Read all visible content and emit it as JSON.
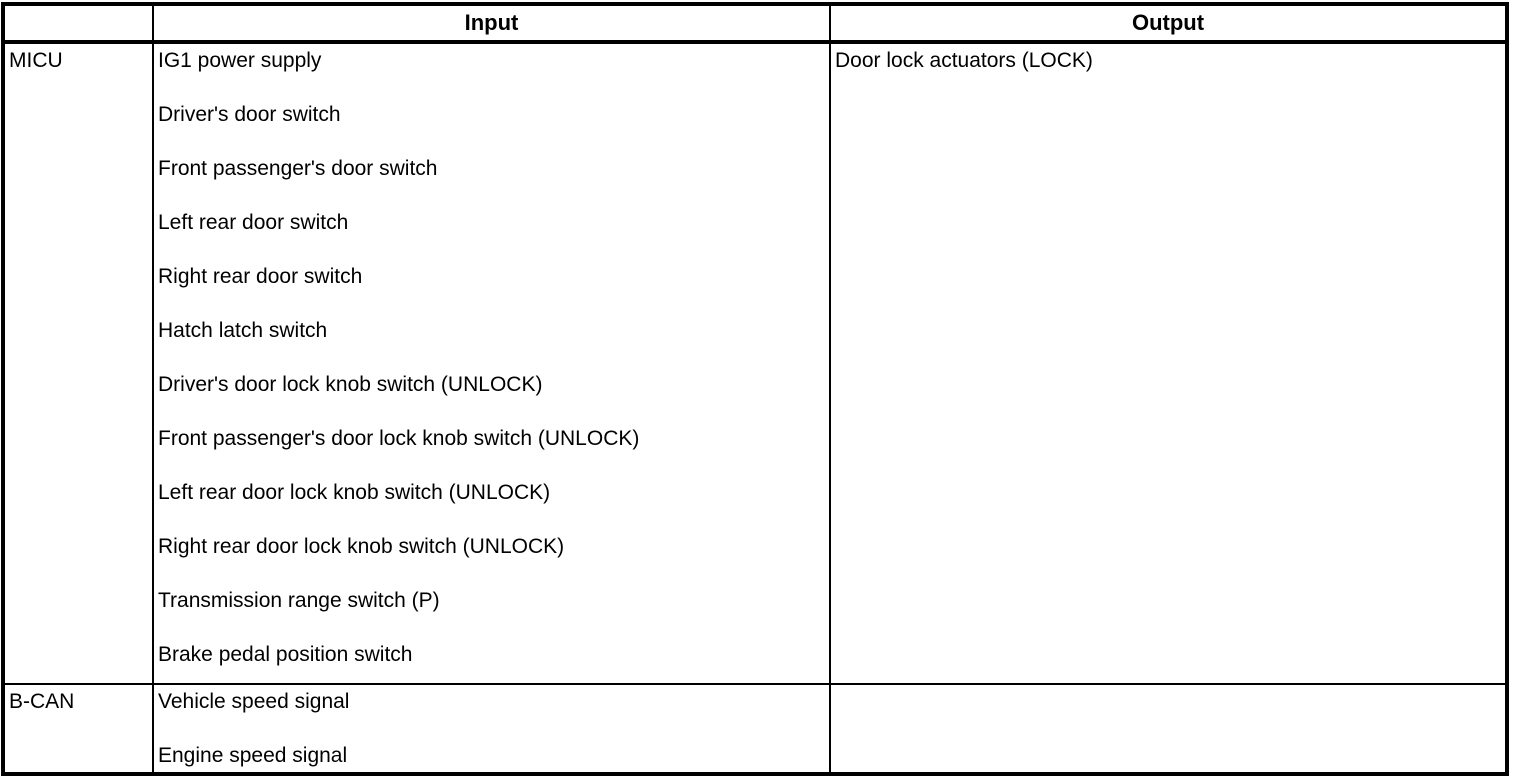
{
  "colors": {
    "background": "#ffffff",
    "border": "#000000",
    "text": "#000000"
  },
  "table": {
    "headers": {
      "corner": "",
      "input": "Input",
      "output": "Output"
    },
    "rows": [
      {
        "source": "MICU",
        "inputs": [
          "IG1 power supply",
          "Driver's door switch",
          "Front passenger's door switch",
          "Left rear door switch",
          "Right rear door switch",
          "Hatch latch switch",
          "Driver's door lock knob switch (UNLOCK)",
          "Front passenger's door lock knob switch (UNLOCK)",
          "Left rear door lock knob switch (UNLOCK)",
          "Right rear door lock knob switch (UNLOCK)",
          "Transmission range switch (P)",
          "Brake pedal position switch"
        ],
        "outputs": [
          "Door lock actuators (LOCK)"
        ]
      },
      {
        "source": "B-CAN",
        "inputs": [
          "Vehicle speed signal",
          "Engine speed signal"
        ],
        "outputs": []
      }
    ]
  }
}
